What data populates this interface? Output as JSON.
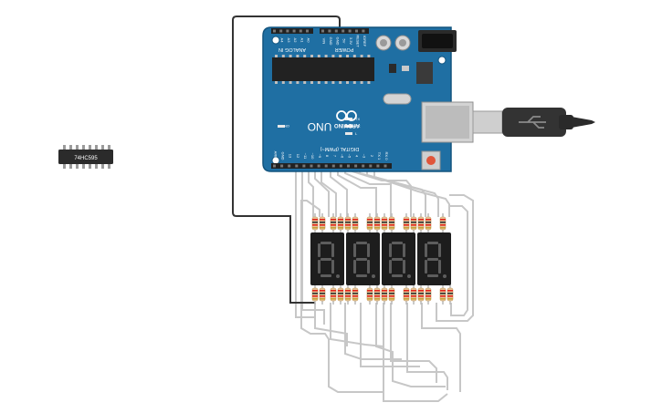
{
  "chip": {
    "part_number": "74HC595"
  },
  "arduino": {
    "model": "UNO",
    "brand": "ARDUINO",
    "header_power": "POWER",
    "header_analog": "ANALOG IN",
    "header_digital": "DIGITAL (PWM~)",
    "analog_pins": [
      "A5",
      "A4",
      "A3",
      "A2",
      "A1",
      "A0"
    ],
    "power_pins": [
      "VIN",
      "GND",
      "GND",
      "5V",
      "3.3V",
      "RESET",
      "IOREF"
    ],
    "digital_pins": [
      "AREF",
      "GND",
      "13",
      "12",
      "~11",
      "~10",
      "~9",
      "8",
      "7",
      "~6",
      "~5",
      "4",
      "~3",
      "2",
      "TX 1",
      "RX 0"
    ],
    "leds": [
      "ON",
      "TX",
      "RX",
      "L"
    ]
  },
  "displays": {
    "count": 4,
    "digit_text": "8."
  },
  "colors": {
    "board": "#1f6fa3",
    "board_edge": "#14557f",
    "header": "#222222",
    "wire": "#c7c7c7",
    "jumper": "#333333",
    "segment_off": "#5d5d5d",
    "display_body": "#1d1d1d",
    "resistor_body": "#e6c79a",
    "usb_cable": "#333333",
    "reset_button": "#e0553a"
  }
}
